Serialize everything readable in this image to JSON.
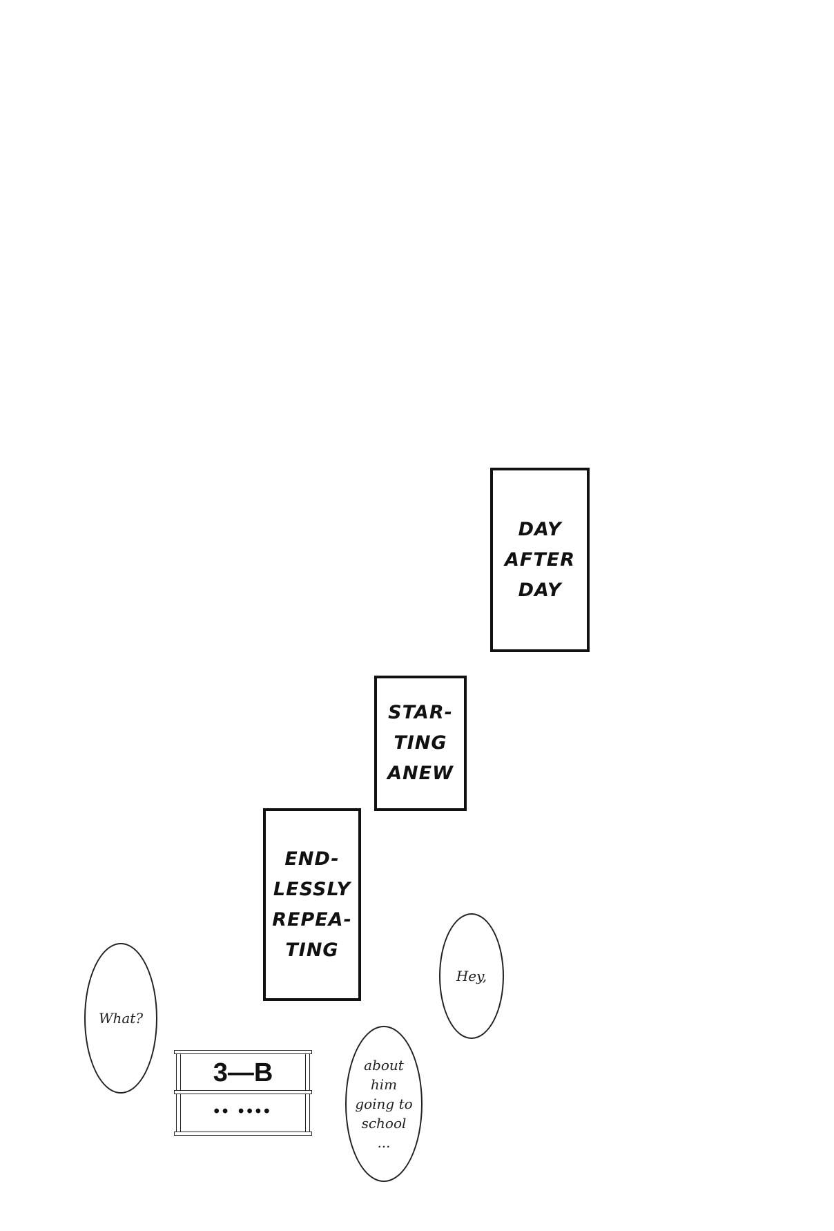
{
  "page": {
    "background": "#fefefe",
    "ink": "#111111"
  },
  "captions": [
    {
      "lines": [
        "DAY",
        "AFTER",
        "DAY"
      ]
    },
    {
      "lines": [
        "STAR-",
        "TING",
        "ANEW"
      ]
    },
    {
      "lines": [
        "END-",
        "LESSLY",
        "REPEA-",
        "TING"
      ]
    }
  ],
  "bubbles": {
    "what": {
      "lines": [
        "What?"
      ]
    },
    "hey": {
      "lines": [
        "Hey,"
      ]
    },
    "school": {
      "lines": [
        "about",
        "him",
        "going to",
        "school",
        "..."
      ]
    }
  },
  "sign": {
    "label": "3—B",
    "dots": "•• ••••"
  }
}
